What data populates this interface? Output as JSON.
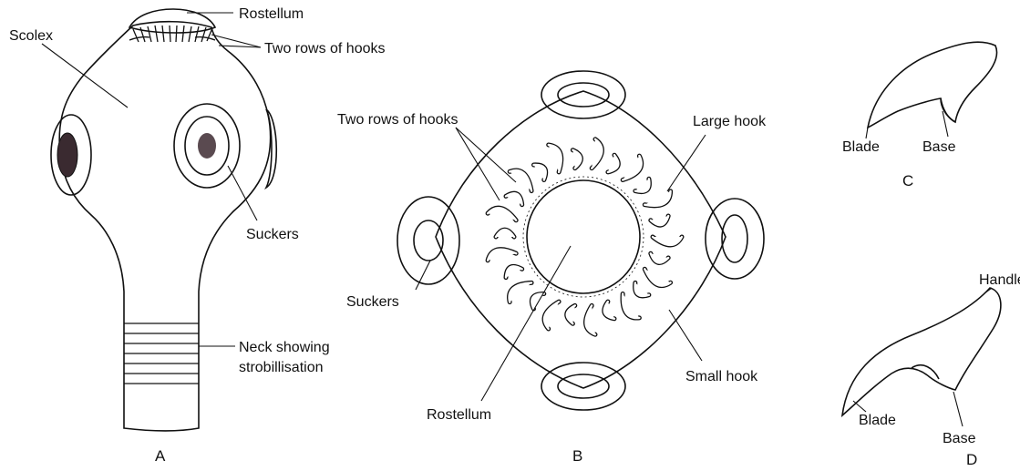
{
  "figure_a": {
    "caption": "A",
    "labels": {
      "rostellum": "Rostellum",
      "scolex": "Scolex",
      "hooks": "Two rows of hooks",
      "suckers": "Suckers",
      "neck_line1": "Neck showing",
      "neck_line2": "strobillisation"
    }
  },
  "figure_b": {
    "caption": "B",
    "labels": {
      "hooks": "Two rows of hooks",
      "large_hook": "Large hook",
      "suckers": "Suckers",
      "small_hook": "Small hook",
      "rostellum": "Rostellum"
    }
  },
  "figure_c": {
    "caption": "C",
    "labels": {
      "blade": "Blade",
      "base": "Base"
    }
  },
  "figure_d": {
    "caption": "D",
    "labels": {
      "handle": "Handle",
      "blade": "Blade",
      "base": "Base"
    }
  }
}
